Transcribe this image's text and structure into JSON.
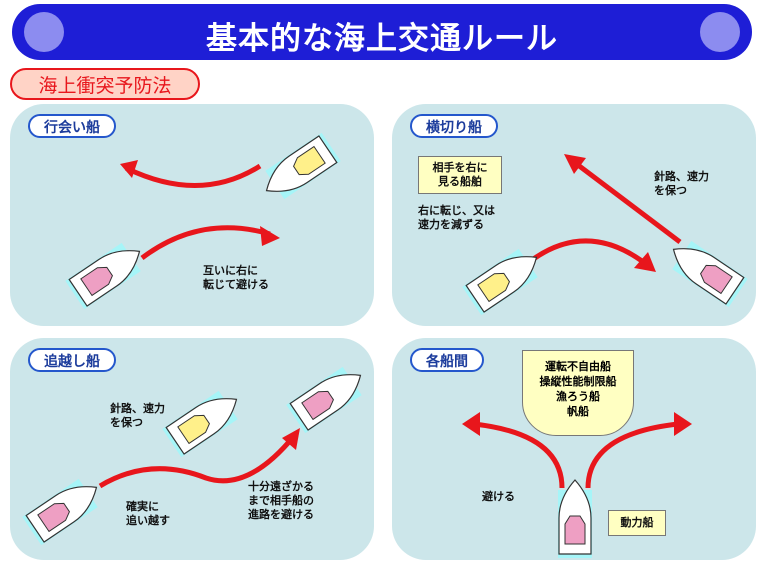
{
  "header": {
    "title": "基本的な海上交通ルール"
  },
  "law_label": "海上衝突予防法",
  "panels": [
    {
      "tag": "行会い船",
      "notes": [
        "互いに右に",
        "転じて避ける"
      ]
    },
    {
      "tag": "横切り船",
      "box": [
        "相手を右に",
        "見る船舶"
      ],
      "note_left": [
        "右に転じ、又は",
        "速力を減ずる"
      ],
      "note_right": [
        "針路、速力",
        "を保つ"
      ]
    },
    {
      "tag": "追越し船",
      "note_top": [
        "針路、速力",
        "を保つ"
      ],
      "note_mid": [
        "確実に",
        "追い越す"
      ],
      "note_right": [
        "十分遠ざかる",
        "まで相手船の",
        "進路を避ける"
      ]
    },
    {
      "tag": "各船間",
      "dome": [
        "運転不自由船",
        "操縦性能制限船",
        "漁ろう船",
        "帆船"
      ],
      "note_left": "避ける",
      "box": "動力船"
    }
  ],
  "colors": {
    "banner": "#1e1ed6",
    "panel": "#cce6ea",
    "arrow": "#e8161c",
    "hull": "#ffffff",
    "cabin_pink": "#ee9fc3",
    "cabin_yellow": "#fff08a",
    "wake": "#a6f5f8"
  }
}
